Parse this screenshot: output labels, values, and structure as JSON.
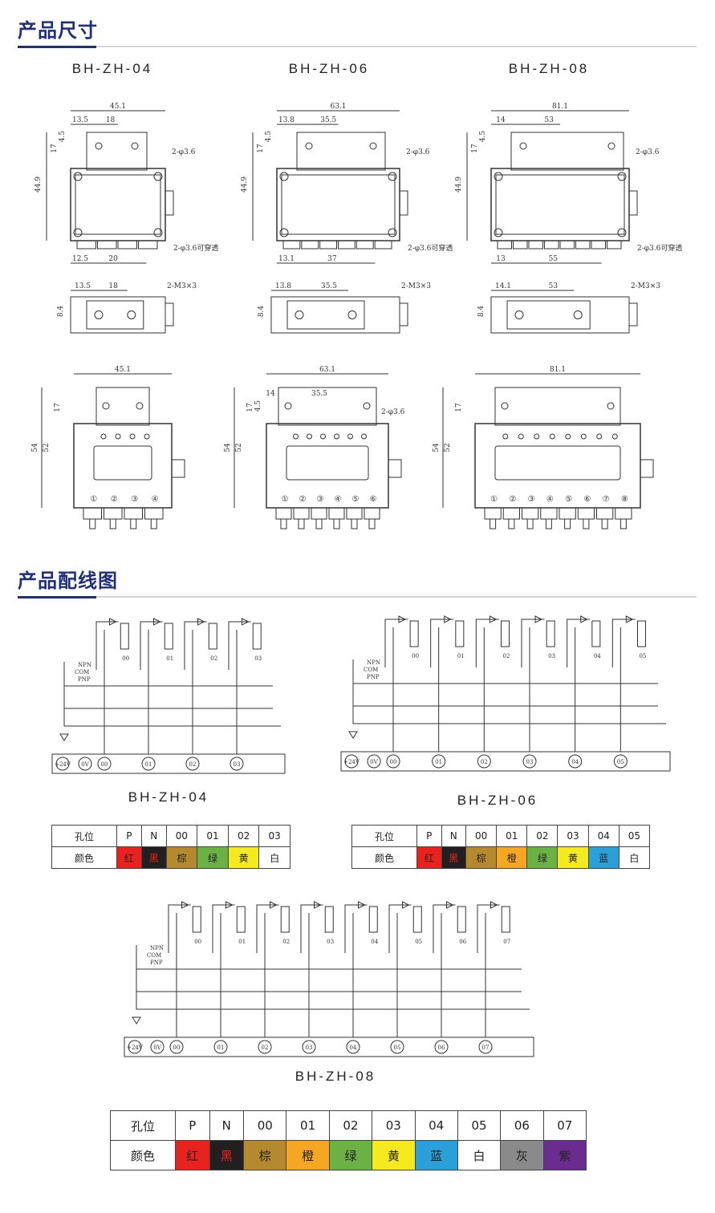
{
  "sections": {
    "dimensions_title": "产品尺寸",
    "wiring_title": "产品配线图"
  },
  "models": [
    "BH-ZH-04",
    "BH-ZH-06",
    "BH-ZH-08"
  ],
  "dimension_labels": {
    "zh04": {
      "width": "45.1",
      "left": "13.5",
      "hole": "18",
      "h17": "17",
      "h45": "4.5",
      "total_h": "44.9",
      "hole_label": "2-φ3.6",
      "thru_label": "2-φ3.6可穿透",
      "b1": "12.5",
      "b2": "20",
      "side_l": "13.5",
      "side_h": "18",
      "side_screw": "2-M3×3",
      "side_t": "8.4",
      "front_w": "45.1",
      "front_17": "17",
      "front_54": "54",
      "front_52": "52"
    },
    "zh06": {
      "width": "63.1",
      "left": "13.8",
      "hole": "35.5",
      "h17": "17",
      "h45": "4.5",
      "total_h": "44.9",
      "hole_label": "2-φ3.6",
      "thru_label": "2-φ3.6可穿透",
      "b1": "13.1",
      "b2": "37",
      "side_l": "13.8",
      "side_h": "35.5",
      "side_screw": "2-M3×3",
      "side_t": "8.4",
      "front_w": "63.1",
      "front_14": "14",
      "front_355": "35.5",
      "front_45": "4.5",
      "front_17": "17",
      "front_54": "54",
      "front_52": "52",
      "front_hole": "2-φ3.6"
    },
    "zh08": {
      "width": "81.1",
      "left": "14",
      "hole": "53",
      "h17": "17",
      "h45": "4.5",
      "total_h": "44.9",
      "hole_label": "2-φ3.6",
      "thru_label": "2-φ3.6可穿透",
      "b1": "13",
      "b2": "55",
      "side_l": "14.1",
      "side_h": "53",
      "side_screw": "2-M3×3",
      "side_t": "8.4",
      "front_w": "81.1",
      "front_17": "17",
      "front_54": "54",
      "front_52": "52"
    }
  },
  "front_ports": {
    "zh04": [
      "①",
      "②",
      "③",
      "④"
    ],
    "zh06": [
      "①",
      "②",
      "③",
      "④",
      "⑤",
      "⑥"
    ],
    "zh08": [
      "①",
      "②",
      "③",
      "④",
      "⑤",
      "⑥",
      "⑦",
      "⑧"
    ]
  },
  "wiring": {
    "npn": "NPN",
    "com": "COM",
    "pnp": "PNP",
    "terminals_04": [
      "+24V",
      "0V",
      "00",
      "01",
      "02",
      "03"
    ],
    "terminals_06": [
      "+24V",
      "0V",
      "00",
      "01",
      "02",
      "03",
      "04",
      "05"
    ],
    "terminals_08": [
      "+24V",
      "0V",
      "00",
      "01",
      "02",
      "03",
      "04",
      "05",
      "06",
      "07"
    ],
    "ch_04": [
      "00",
      "01",
      "02",
      "03"
    ],
    "ch_06": [
      "00",
      "01",
      "02",
      "03",
      "04",
      "05"
    ],
    "ch_08": [
      "00",
      "01",
      "02",
      "03",
      "04",
      "05",
      "06",
      "07"
    ]
  },
  "table_04": {
    "row1_label": "孔位",
    "row2_label": "颜色",
    "positions": [
      "P",
      "N",
      "00",
      "01",
      "02",
      "03"
    ],
    "colors": [
      "红",
      "黑",
      "棕",
      "绿",
      "黄",
      "白"
    ],
    "swatches": [
      "#e8231f",
      "#231f20",
      "#b5892e",
      "#6bb144",
      "#f5e920",
      "#ffffff"
    ],
    "text_colors": [
      "#222",
      "#e8231f",
      "#222",
      "#222",
      "#222",
      "#222"
    ]
  },
  "table_06": {
    "row1_label": "孔位",
    "row2_label": "颜色",
    "positions": [
      "P",
      "N",
      "00",
      "01",
      "02",
      "03",
      "04",
      "05"
    ],
    "colors": [
      "红",
      "黑",
      "棕",
      "橙",
      "绿",
      "黄",
      "蓝",
      "白"
    ],
    "swatches": [
      "#e8231f",
      "#231f20",
      "#b5892e",
      "#f5a623",
      "#6bb144",
      "#f5e920",
      "#2a9fd8",
      "#ffffff"
    ],
    "text_colors": [
      "#222",
      "#e8231f",
      "#222",
      "#222",
      "#222",
      "#222",
      "#222",
      "#222"
    ]
  },
  "table_08": {
    "row1_label": "孔位",
    "row2_label": "颜色",
    "positions": [
      "P",
      "N",
      "00",
      "01",
      "02",
      "03",
      "04",
      "05",
      "06",
      "07"
    ],
    "colors": [
      "红",
      "黑",
      "棕",
      "橙",
      "绿",
      "黄",
      "蓝",
      "白",
      "灰",
      "紫"
    ],
    "swatches": [
      "#e8231f",
      "#231f20",
      "#b5892e",
      "#f5a623",
      "#6bb144",
      "#f5e920",
      "#2a9fd8",
      "#ffffff",
      "#8a8a8a",
      "#6a2c91"
    ],
    "text_colors": [
      "#222",
      "#e8231f",
      "#222",
      "#222",
      "#222",
      "#222",
      "#222",
      "#222",
      "#222",
      "#222"
    ]
  }
}
